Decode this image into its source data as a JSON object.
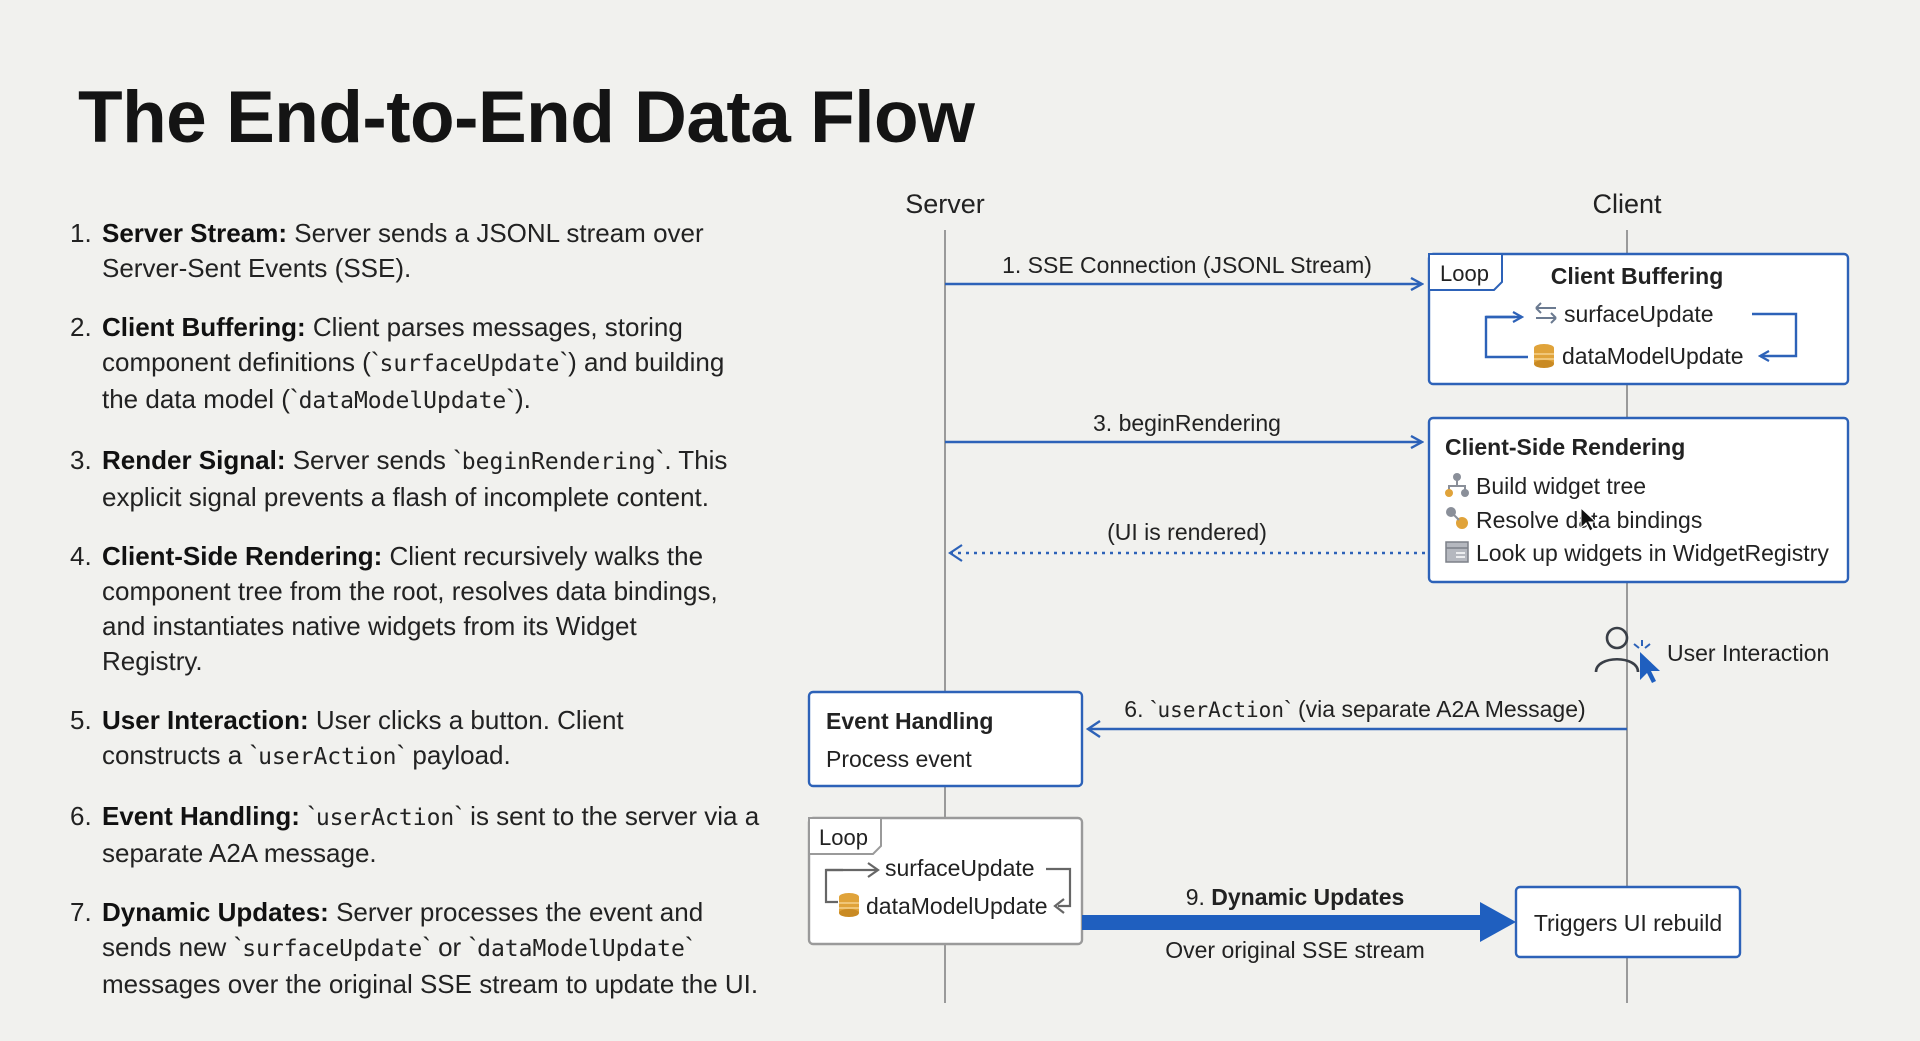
{
  "title": "The End-to-End Data Flow",
  "steps": [
    {
      "num": "1.",
      "bold": "Server Stream:",
      "lines": [
        "Server sends a JSONL stream over",
        "Server-Sent Events (SSE)."
      ]
    },
    {
      "num": "2.",
      "bold": "Client Buffering:",
      "l1": "Client parses messages, storing",
      "l2a": "component definitions (`",
      "l2code": "surfaceUpdate",
      "l2b": "`) and building",
      "l3a": "the data model (`",
      "l3code": "dataModelUpdate",
      "l3b": "`)."
    },
    {
      "num": "3.",
      "bold": "Render Signal:",
      "l1a": "Server sends `",
      "l1code": "beginRendering",
      "l1b": "`. This",
      "l2": "explicit signal prevents a flash of incomplete content."
    },
    {
      "num": "4.",
      "bold": "Client-Side Rendering:",
      "lines": [
        "Client recursively walks the",
        "component tree from the root, resolves data bindings,",
        "and instantiates native widgets from its Widget",
        "Registry."
      ]
    },
    {
      "num": "5.",
      "bold": "User Interaction:",
      "l1": "User clicks a button. Client",
      "l2a": "constructs a `",
      "l2code": "userAction",
      "l2b": "` payload."
    },
    {
      "num": "6.",
      "bold": "Event Handling:",
      "l1a": "`",
      "l1code": "userAction",
      "l1b": "` is sent to the server via a",
      "l2": "separate A2A message."
    },
    {
      "num": "7.",
      "bold": "Dynamic Updates:",
      "l1": "Server processes the event and",
      "l2a": "sends new `",
      "l2code": "surfaceUpdate",
      "l2mid": "` or `",
      "l2code2": "dataModelUpdate",
      "l2b": "`",
      "l3": "messages over the original SSE stream to update the UI."
    }
  ],
  "diagram": {
    "server_label": "Server",
    "client_label": "Client",
    "msg1": "1. SSE Connection (JSONL Stream)",
    "msg3": "3. beginRendering",
    "msg_rendered": "(UI is rendered)",
    "msg6_a": "6. `",
    "msg6_code": "userAction",
    "msg6_b": "` (via separate A2A Message)",
    "msg9_num": "9.",
    "msg9_bold": "Dynamic Updates",
    "msg9_sub": "Over original SSE stream",
    "client_buffering": {
      "loop": "Loop",
      "title": "Client Buffering",
      "item1": "surfaceUpdate",
      "item2": "dataModelUpdate"
    },
    "client_rendering": {
      "title": "Client-Side Rendering",
      "item1": "Build widget tree",
      "item2": "Resolve data bindings",
      "item3": "Look up widgets in WidgetRegistry"
    },
    "user_interaction": "User Interaction",
    "event_handling": {
      "title": "Event Handling",
      "item": "Process event"
    },
    "server_loop": {
      "loop": "Loop",
      "item1": "surfaceUpdate",
      "item2": "dataModelUpdate"
    },
    "triggers": "Triggers UI rebuild"
  },
  "colors": {
    "accent": "#1f5fbf",
    "box_border": "#2d62b8",
    "lifeline": "#9a9a9a",
    "db_icon": "#e0a33a"
  }
}
